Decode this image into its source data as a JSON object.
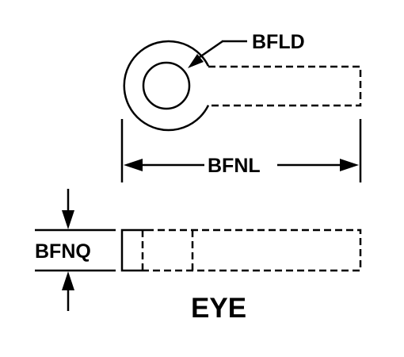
{
  "diagram": {
    "labels": {
      "bfld": "BFLD",
      "bfnl": "BFNL",
      "bfnq": "BFNQ",
      "title": "EYE"
    },
    "colors": {
      "ink": "#000000",
      "background": "#ffffff"
    }
  }
}
